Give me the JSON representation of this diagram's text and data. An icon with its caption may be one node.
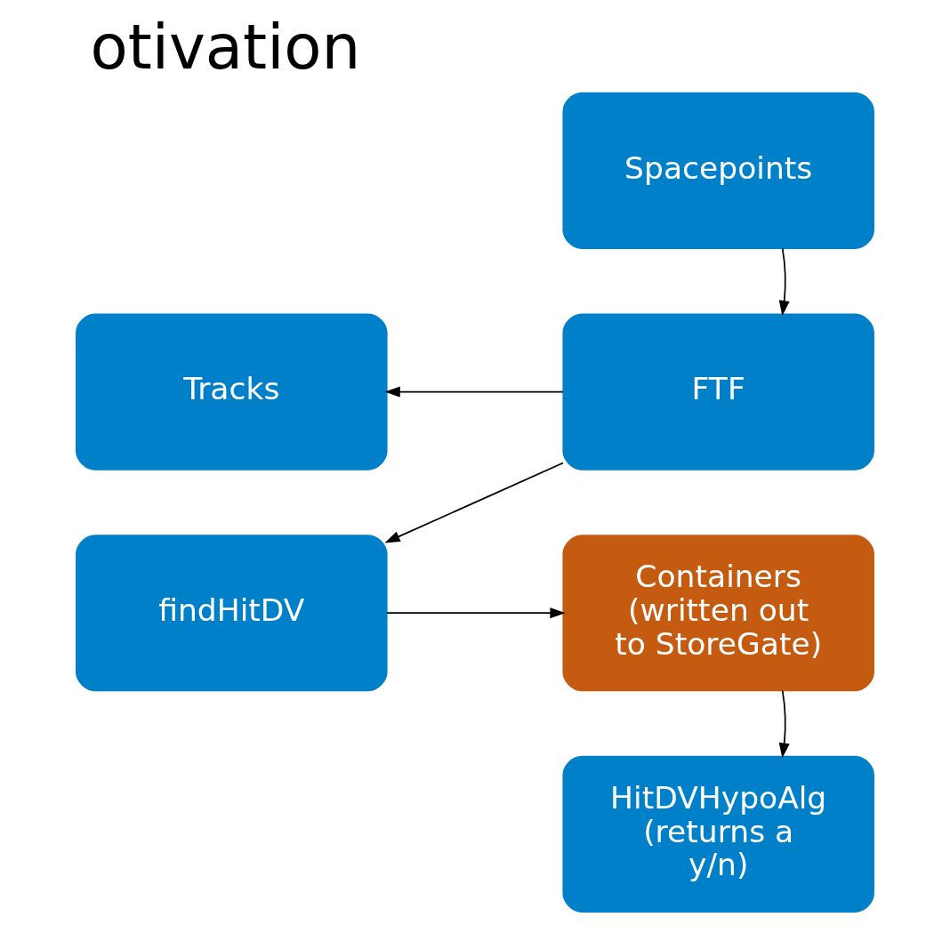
{
  "diagram": {
    "title": "otivation",
    "nodes": [
      {
        "text": [
          "Spacepoints"
        ]
      },
      {
        "text": [
          "Tracks"
        ]
      },
      {
        "text": [
          "FTF"
        ]
      },
      {
        "text": [
          "findHitDV"
        ]
      },
      {
        "text": [
          "Containers (written out to StoreGate)"
        ]
      },
      {
        "text": [
          "HitDVHypoAlg (returns a y/n)"
        ]
      }
    ],
    "edges": [
      {
        "from": 0,
        "to": 2,
        "arrow": "to"
      },
      {
        "from": 2,
        "to": 1,
        "arrow": "to"
      },
      {
        "from": 2,
        "to": 3,
        "arrow": "to"
      },
      {
        "from": 3,
        "to": 4,
        "arrow": "to"
      },
      {
        "from": 4,
        "to": 5,
        "arrow": "to"
      }
    ]
  }
}
